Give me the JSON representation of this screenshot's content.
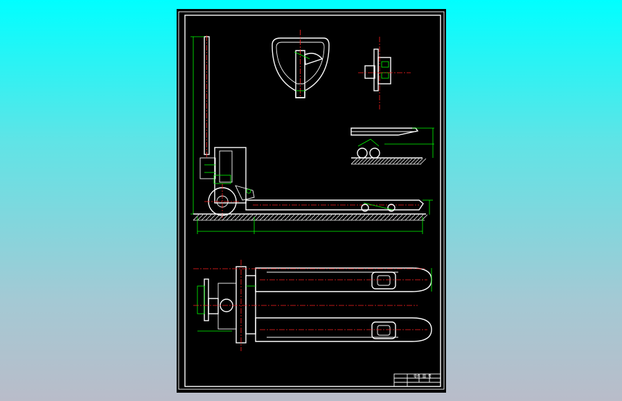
{
  "drawing": {
    "views": [
      {
        "id": "side-elevation",
        "label": ""
      },
      {
        "id": "top-plan",
        "label": ""
      },
      {
        "id": "handle-detail",
        "label": ""
      },
      {
        "id": "pump-detail",
        "label": ""
      },
      {
        "id": "fork-roller-detail",
        "label": ""
      }
    ],
    "colors": {
      "background": "#000000",
      "outline": "#ffffff",
      "dimension": "#00ff00",
      "centerline": "#ff2020"
    }
  },
  "title_block": {
    "text": "零件 图 号"
  }
}
